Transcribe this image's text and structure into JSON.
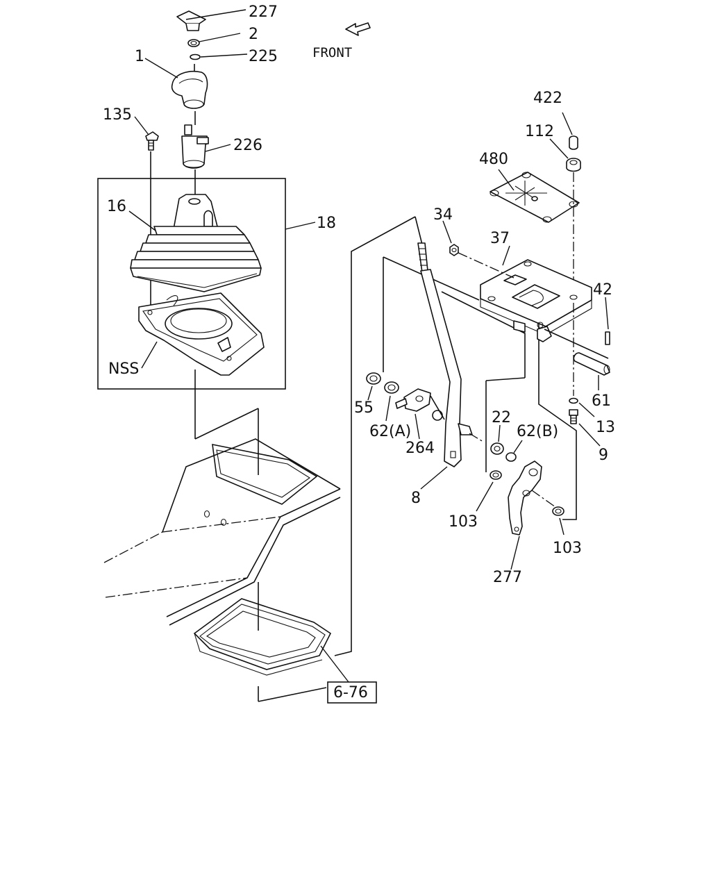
{
  "front_label": "FRONT",
  "reference_box": "6-76",
  "labels": {
    "p227": "227",
    "p2": "2",
    "p225": "225",
    "p1": "1",
    "p135": "135",
    "p226": "226",
    "p16": "16",
    "p18": "18",
    "pNSS": "NSS",
    "p422": "422",
    "p112": "112",
    "p480": "480",
    "p34": "34",
    "p37": "37",
    "p42": "42",
    "p61": "61",
    "p13": "13",
    "p9": "9",
    "p55": "55",
    "p62A": "62(A)",
    "p264": "264",
    "p8": "8",
    "p22": "22",
    "p62B": "62(B)",
    "p103a": "103",
    "p103b": "103",
    "p277": "277"
  }
}
